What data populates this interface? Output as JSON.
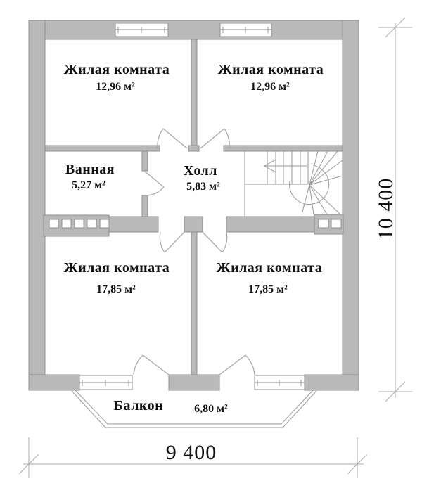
{
  "plan": {
    "title": "floor-plan",
    "rooms": {
      "living_top_left": {
        "name": "Жилая комната",
        "area": "12,96 м²"
      },
      "living_top_right": {
        "name": "Жилая комната",
        "area": "12,96 м²"
      },
      "bathroom": {
        "name": "Ванная",
        "area": "5,27 м²"
      },
      "hall": {
        "name": "Холл",
        "area": "5,83 м²"
      },
      "living_bot_left": {
        "name": "Жилая комната",
        "area": "17,85 м²"
      },
      "living_bot_right": {
        "name": "Жилая комната",
        "area": "17,85 м²"
      },
      "balcony": {
        "name": "Балкон",
        "area": "6,80 м²"
      }
    },
    "dimensions": {
      "overall_width_mm": "9 400",
      "overall_height_mm": "10 400"
    },
    "colors": {
      "wall_fill": "#b9b9b9",
      "wall_outline": "#8f8f8f",
      "thin_line": "#9a9a9a",
      "dimension_line": "#aaaaaa",
      "text": "#111111",
      "background": "#ffffff"
    }
  }
}
